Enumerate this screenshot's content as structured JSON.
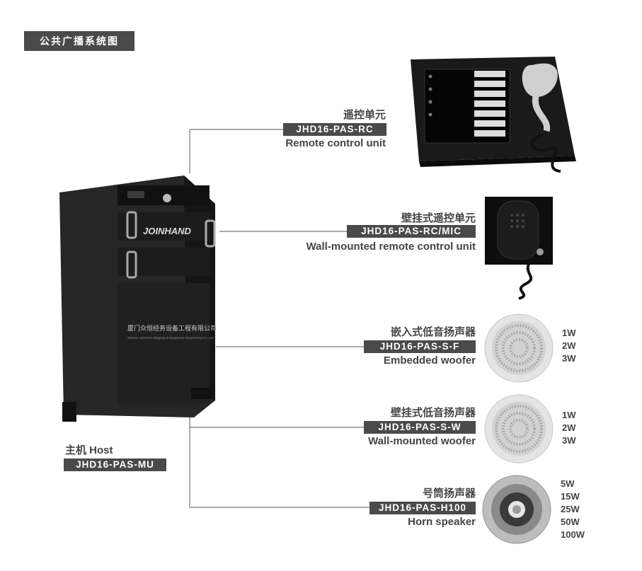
{
  "title": "公共广播系统图",
  "host": {
    "label": "主机  Host",
    "code": "JHD16-PAS-MU",
    "brand": "JOINHAND",
    "plate_cn": "厦门众恒经务设备工程有限公司",
    "plate_en": "Xiamen Joinhand Shipping & Equipment Engineering Co.,Ltd"
  },
  "devices": [
    {
      "cn": "遥控单元",
      "code": "JHD16-PAS-RC",
      "en": "Remote control unit",
      "watts": []
    },
    {
      "cn": "壁挂式遥控单元",
      "code": "JHD16-PAS-RC/MIC",
      "en": "Wall-mounted remote control unit",
      "watts": []
    },
    {
      "cn": "嵌入式低音扬声器",
      "code": "JHD16-PAS-S-F",
      "en": "Embedded woofer",
      "watts": [
        "1W",
        "2W",
        "3W"
      ]
    },
    {
      "cn": "壁挂式低音扬声器",
      "code": "JHD16-PAS-S-W",
      "en": "Wall-mounted woofer",
      "watts": [
        "1W",
        "2W",
        "3W"
      ]
    },
    {
      "cn": "号筒扬声器",
      "code": "JHD16-PAS-H100",
      "en": "Horn speaker",
      "watts": [
        "5W",
        "15W",
        "25W",
        "50W",
        "100W"
      ]
    }
  ],
  "colors": {
    "badge": "#4a4a4a",
    "line": "#777777",
    "text": "#444444"
  }
}
